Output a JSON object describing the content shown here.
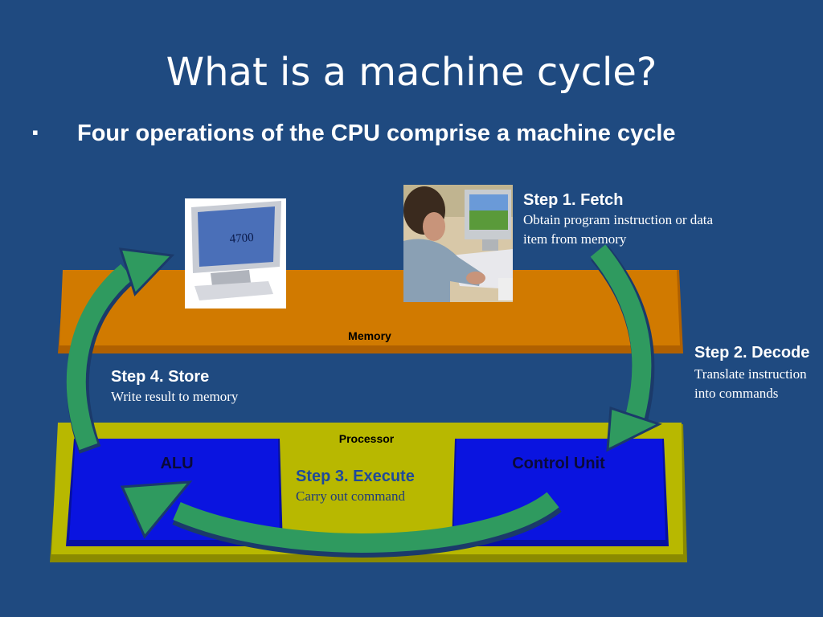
{
  "slide": {
    "title": "What is a machine cycle?",
    "bullet": "Four operations of the CPU comprise a machine cycle"
  },
  "diagram": {
    "memory_label": "Memory",
    "processor_label": "Processor",
    "alu_label": "ALU",
    "control_unit_label": "Control Unit",
    "monitor_value": "4700"
  },
  "steps": {
    "fetch": {
      "heading": "Step 1.  Fetch",
      "text": "Obtain program instruction or data item from memory"
    },
    "decode": {
      "heading": "Step 2. Decode",
      "text": "Translate instruction into commands"
    },
    "execute": {
      "heading": "Step 3. Execute",
      "text": "Carry out command"
    },
    "store": {
      "heading": "Step 4. Store",
      "text": "Write result to memory"
    }
  },
  "colors": {
    "background": "#1f4a80",
    "memory_bar": "#d17a00",
    "processor_tray": "#b8b800",
    "unit_blue": "#0a14e0",
    "arrow_green": "#2f9a5f"
  },
  "icons": [
    "bullet-square-icon",
    "monitor-icon",
    "person-at-computer-photo"
  ]
}
